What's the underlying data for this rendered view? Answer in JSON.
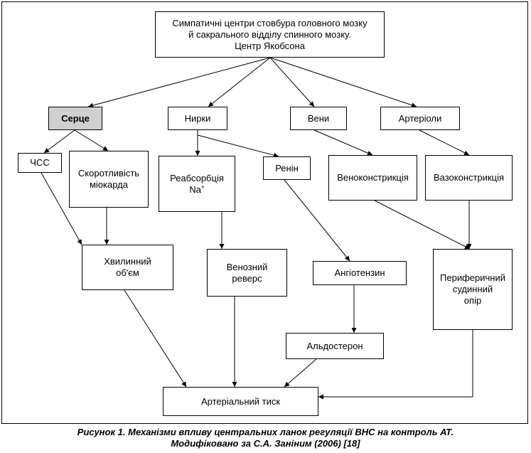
{
  "nodes": {
    "top": "Симпатичні центри стовбура головного мозку\nй сакрального відділу спинного мозку.\nЦентр Якобсона",
    "heart": "Серце",
    "kidneys": "Нирки",
    "veins": "Вени",
    "arterioles": "Артеріоли",
    "hr": "ЧСС",
    "contractility": "Скоротливість\nміокарда",
    "reabsorption": "Реабсорбція\nNa",
    "reabsorption_sup": "+",
    "renin": "Ренін",
    "venoconstriction": "Веноконстрикція",
    "vasoconstriction": "Вазоконстрикція",
    "minute_volume": "Хвилинний\nоб'єм",
    "venous_return": "Венозний\nреверс",
    "angiotensin": "Ангіотензин",
    "peripheral_resistance": "Периферичний\nсудинний\nопір",
    "aldosterone": "Альдостерон",
    "blood_pressure": "Артеріальний тиск"
  },
  "caption": "Рисунок 1. Механізми впливу центральних ланок регуляції ВНС на контроль АТ.\nМодифіковано за С.А. Заніним (2006) [18]"
}
